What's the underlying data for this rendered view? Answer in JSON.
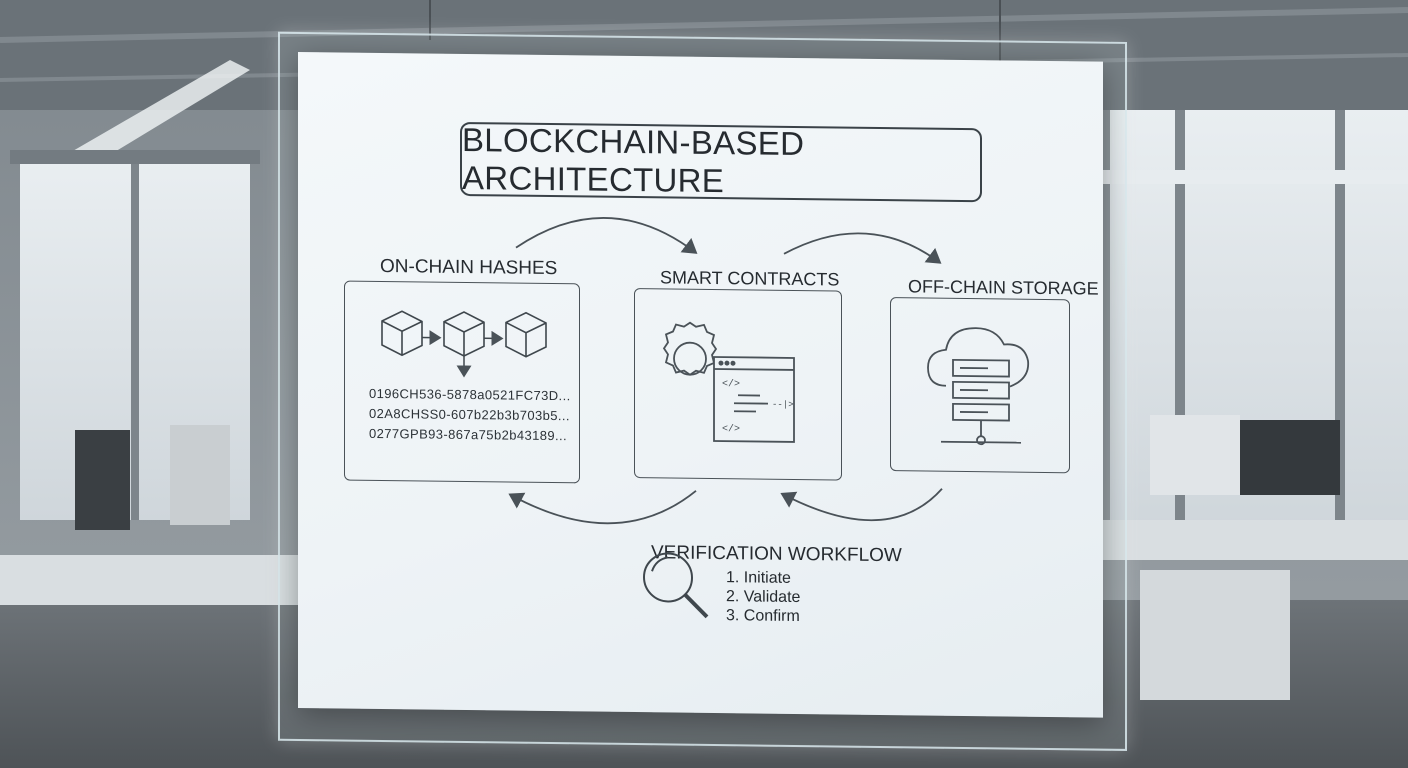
{
  "diagram": {
    "title": "BLOCKCHAIN-BASED ARCHITECTURE",
    "sections": {
      "onchain": {
        "label": "ON-CHAIN HASHES",
        "hashes": [
          "0196CH536-5878a0521FC73D...",
          "02A8CHSS0-607b22b3b703b5...",
          "0277GPB93-867a75b2b43189..."
        ]
      },
      "contracts": {
        "label": "SMART CONTRACTS"
      },
      "offchain": {
        "label": "OFF-CHAIN STORAGE"
      },
      "verification": {
        "label": "VERIFICATION WORKFLOW",
        "steps": [
          "1. Initiate",
          "2. Validate",
          "3. Confirm"
        ]
      }
    }
  },
  "icons": {
    "blocks": "cube-icon",
    "contracts": "gear-code-window-icon",
    "storage": "cloud-server-icon",
    "verify": "magnifier-icon"
  },
  "colors": {
    "ink": "#3a4248",
    "board": "#eef3f6"
  }
}
